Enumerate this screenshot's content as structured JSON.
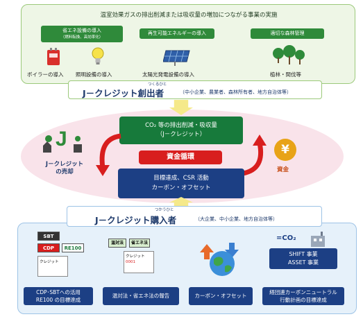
{
  "top": {
    "title": "温室効果ガスの排出削減または吸収量の増加につながる事業の実施",
    "categories": [
      {
        "label_line1": "省エネ設備の導入",
        "label_line2": "（燃料転換、高効率化）",
        "items": [
          "ボイラーの導入",
          "照明設備の導入"
        ]
      },
      {
        "label_line1": "再生可能エネルギーの導入",
        "label_line2": "",
        "items": [
          "太陽光発電設備の導入"
        ]
      },
      {
        "label_line1": "適切な森林管理",
        "label_line2": "",
        "items": [
          "植林・間伐等"
        ]
      }
    ]
  },
  "creator": {
    "title": "J－クレジット創出者",
    "ruby": "つくるひと",
    "parenthetical": "（中小企業、農業者、森林所有者、地方自治体等）"
  },
  "center": {
    "green_line1": "CO₂ 等の排出削減・吸収量",
    "green_line2": "（J－クレジット）",
    "cycle": "資金循環",
    "navy_line1": "目標達成、CSR 活動",
    "navy_line2": "カーボン・オフセット"
  },
  "left_side": {
    "j_letter": "J",
    "label_line1": "J－クレジット",
    "label_line2": "の売却"
  },
  "right_side": {
    "yen": "¥",
    "label": "資金"
  },
  "buyer": {
    "title": "J－クレジット購入者",
    "ruby": "つかうひと",
    "parenthetical": "（大企業、中小企業、地方自治体等）"
  },
  "bottom": {
    "tags": {
      "sbt": "SBT",
      "cdp": "CDP",
      "re100": "RE100",
      "ontai": "温対法",
      "shoene": "省エネ法",
      "credit": "クレジット",
      "credit_no": "0001",
      "co2": "=CO₂"
    },
    "buttons": [
      {
        "line1": "CDP･SBTへの活用",
        "line2": "RE100 の目標達成"
      },
      {
        "line1": "温対法・省エネ法の報告",
        "line2": ""
      },
      {
        "line1": "カーボン・オフセット",
        "line2": ""
      },
      {
        "line1": "経団連カーボンニュートラル",
        "line2": "行動計画の目標達成"
      }
    ],
    "shift_line1": "SHIFT 事業",
    "shift_line2": "ASSET 事業"
  },
  "colors": {
    "green": "#2f8a3a",
    "dark_green": "#177a3b",
    "navy": "#1c3f84",
    "red": "#d81e1e",
    "pink": "#f9e3ea",
    "yellow_arrow": "#f5e98a",
    "gold": "#e8a317"
  }
}
